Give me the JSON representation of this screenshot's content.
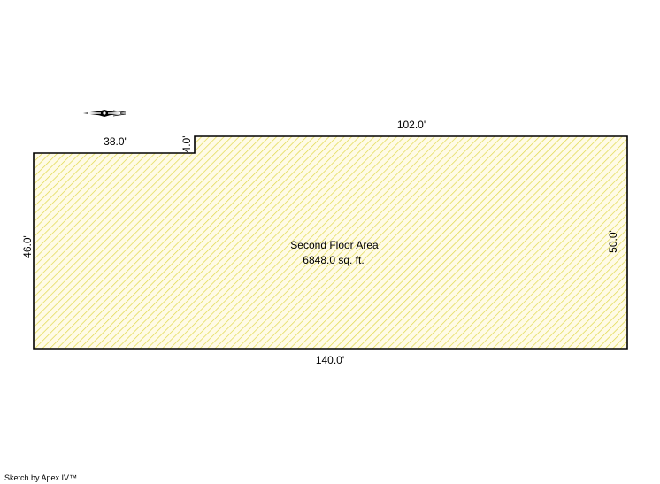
{
  "sketch": {
    "area_name": "Second Floor Area",
    "area_size": "6848.0 sq. ft.",
    "fill_color": "#fffbe6",
    "hatch_color": "#e0d84a",
    "outline_color": "#000000",
    "dimensions": {
      "top_left": "38.0'",
      "step": "4.0'",
      "top_right": "102.0'",
      "right": "50.0'",
      "bottom": "140.0'",
      "left": "46.0'"
    }
  },
  "icons": {
    "compass": "compass-icon"
  },
  "footer": {
    "credit": "Sketch by Apex IV™"
  }
}
